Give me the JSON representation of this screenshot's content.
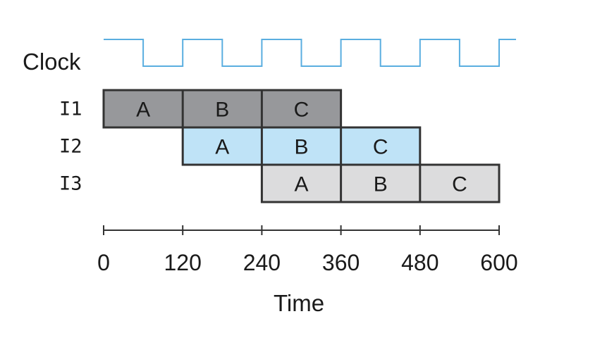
{
  "clock": {
    "label": "Clock",
    "color": "#5aaee0"
  },
  "pipeline": {
    "stage_colors": [
      "#97989b",
      "#bfe3f7",
      "#dcdcdd"
    ],
    "border_color": "#333333",
    "cycle": 120,
    "rows": [
      {
        "label": "I1",
        "start": 0,
        "stages": [
          "A",
          "B",
          "C"
        ]
      },
      {
        "label": "I2",
        "start": 120,
        "stages": [
          "A",
          "B",
          "C"
        ]
      },
      {
        "label": "I3",
        "start": 240,
        "stages": [
          "A",
          "B",
          "C"
        ]
      }
    ]
  },
  "axis": {
    "title": "Time",
    "ticks": [
      "0",
      "120",
      "240",
      "360",
      "480",
      "600"
    ]
  }
}
